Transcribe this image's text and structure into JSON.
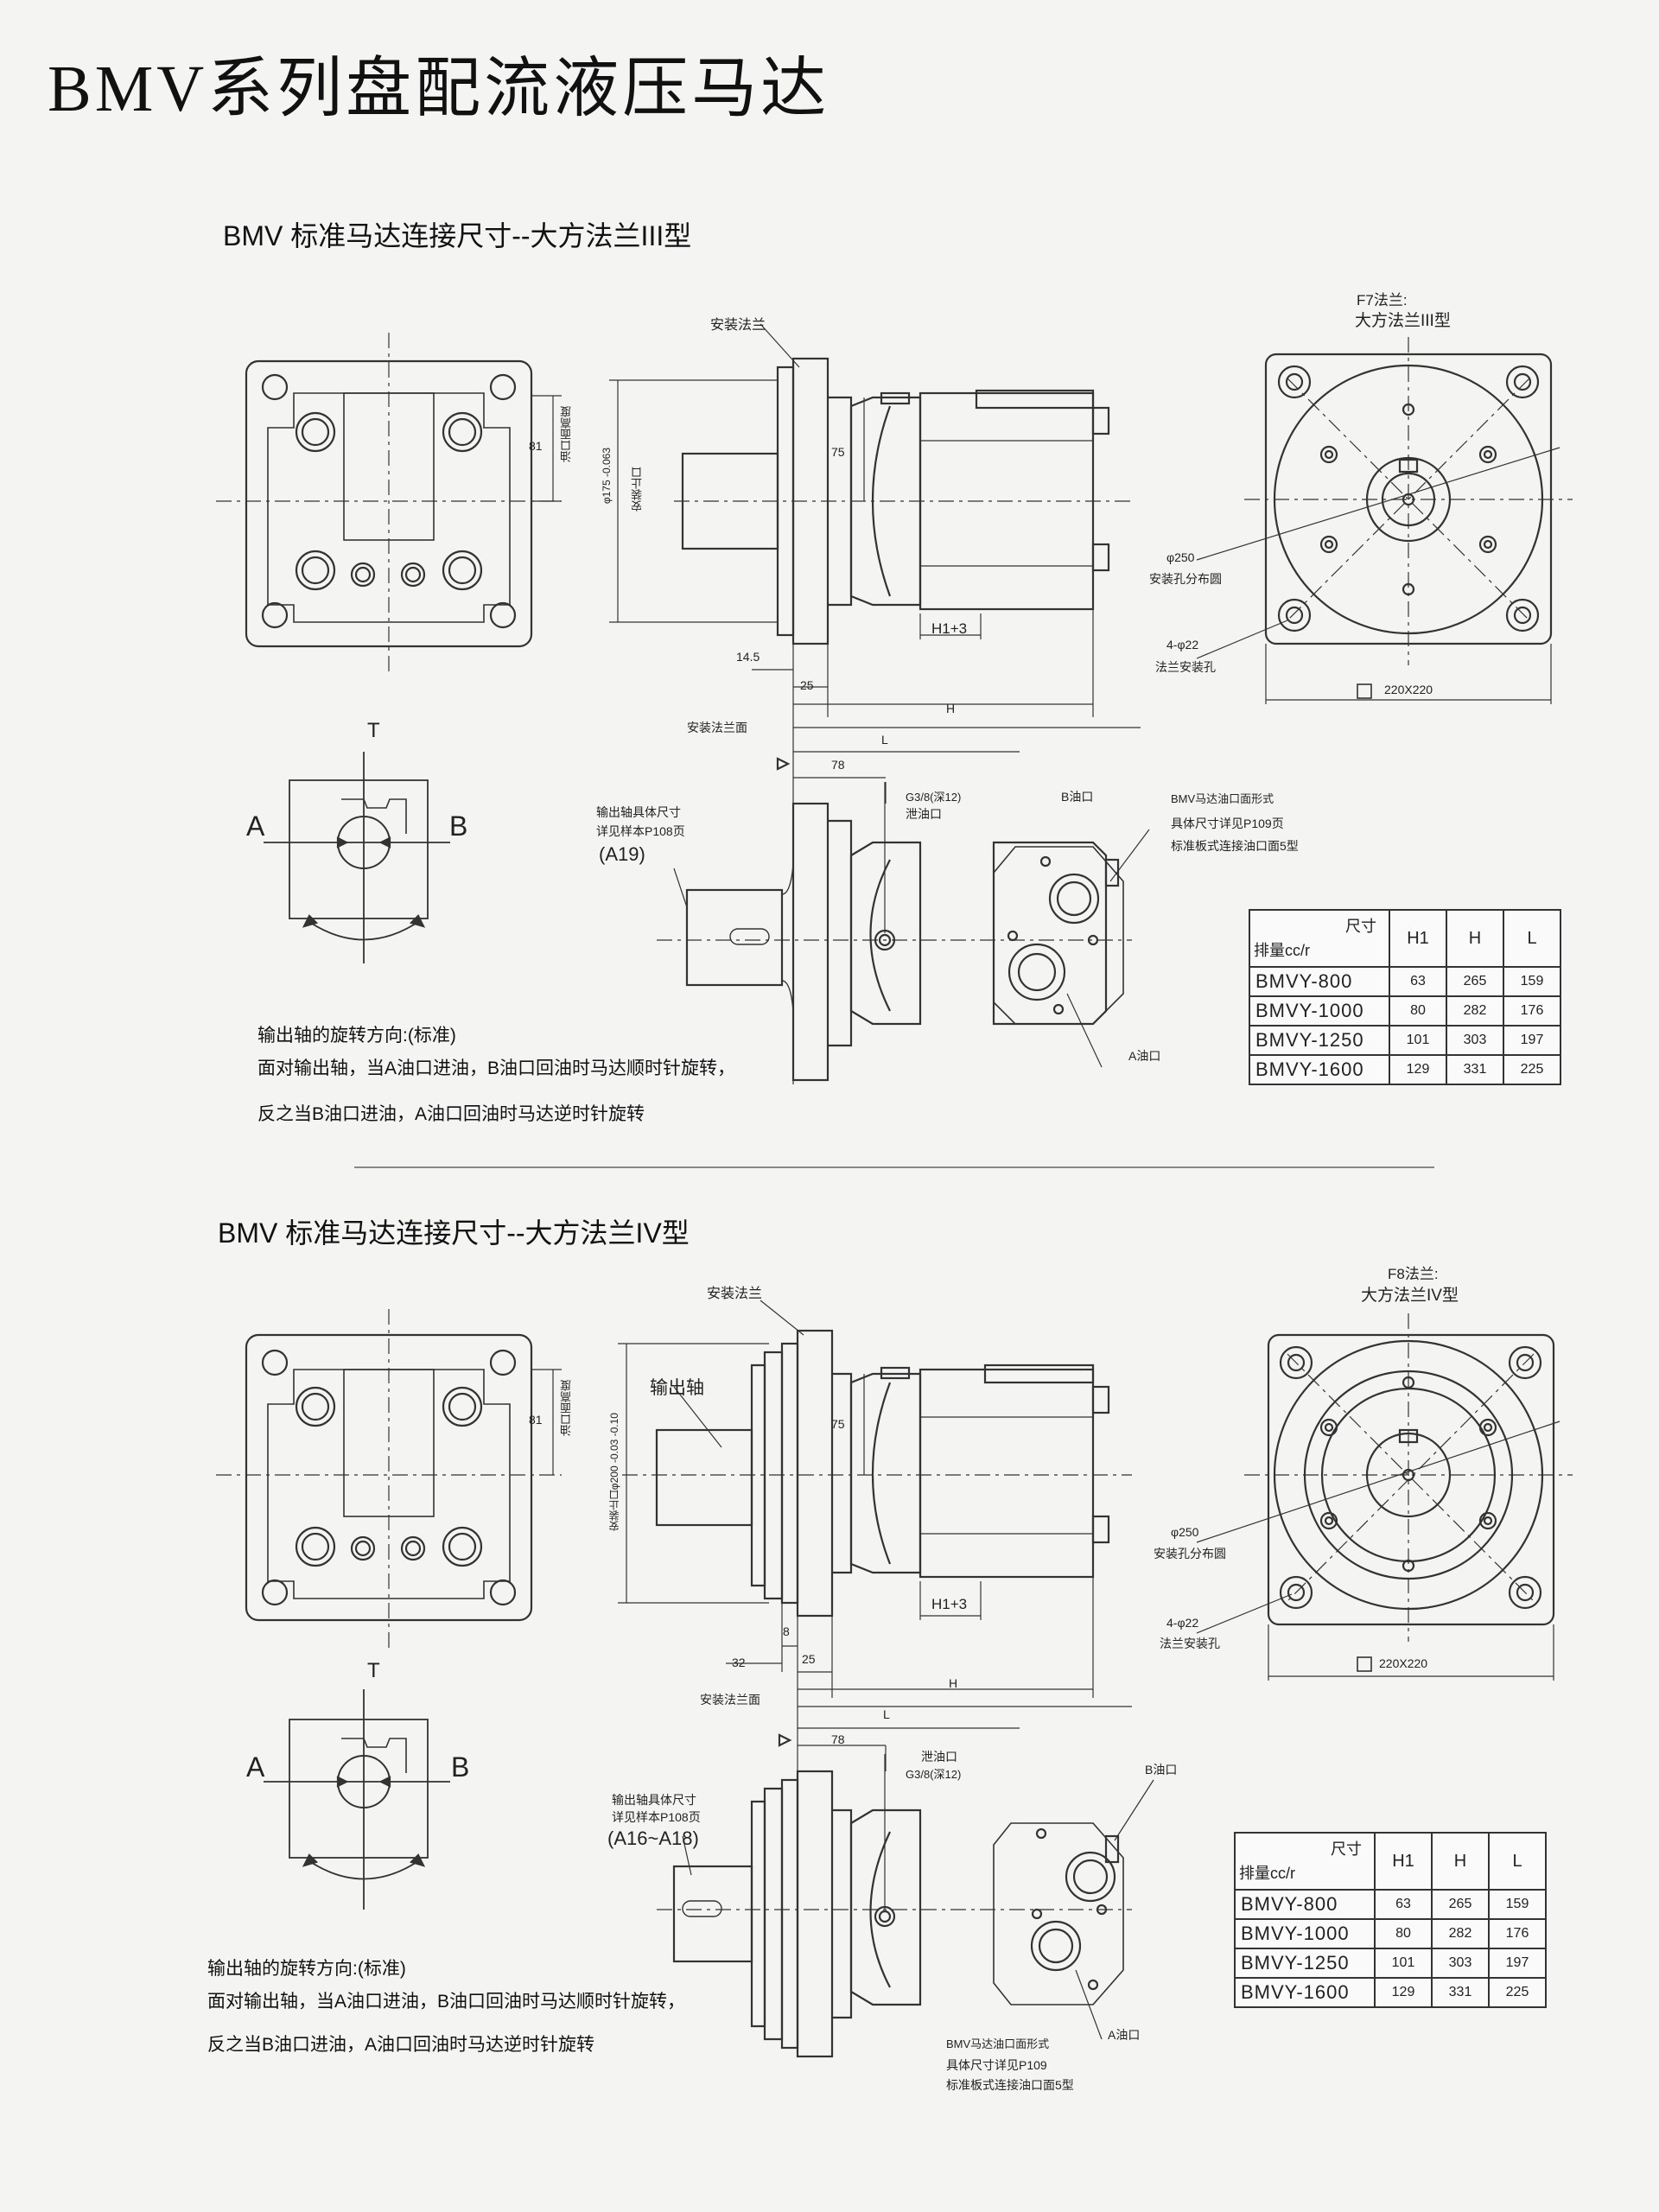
{
  "page_title": "BMV系列盘配流液压马达",
  "section1": {
    "heading": "BMV 标准马达连接尺寸--大方法兰III型",
    "flange_title_line1": "F7法兰:",
    "flange_title_line2": "大方法兰III型",
    "labels": {
      "mount_flange": "安装法兰",
      "dim_81": "81",
      "port_height": "油口面高度",
      "spigot_dia": "φ175 -0.063",
      "spigot": "安装止口",
      "dim_75": "75",
      "dim_h1": "H1+3",
      "dim_145": "14.5",
      "dim_25": "25",
      "dim_h": "H",
      "mount_face": "安装法兰面",
      "dim_l": "L",
      "dim_78": "78",
      "drain_spec": "G3/8(深12)",
      "drain": "泄油口",
      "b_port": "B油口",
      "a_port": "A油口",
      "port_form1": "BMV马达油口面形式",
      "port_form2": "具体尺寸详见P109页",
      "port_form3": "标准板式连接油口面5型",
      "shaft1": "输出轴具体尺寸",
      "shaft2": "详见样本P108页",
      "shaft_code": "(A19)",
      "pcd": "φ250",
      "pcd_label": "安装孔分布圆",
      "holes": "4-φ22",
      "holes_label": "法兰安装孔",
      "square": "220X220"
    },
    "symbol": {
      "a": "A",
      "b": "B",
      "t": "T"
    },
    "notes": [
      "输出轴的旋转方向:(标准)",
      "面对输出轴，当A油口进油，B油口回油时马达顺时针旋转，",
      "反之当B油口进油，A油口回油时马达逆时针旋转"
    ]
  },
  "section2": {
    "heading": "BMV 标准马达连接尺寸--大方法兰IV型",
    "flange_title_line1": "F8法兰:",
    "flange_title_line2": "大方法兰IV型",
    "labels": {
      "mount_flange": "安装法兰",
      "output_shaft": "输出轴",
      "dim_81": "81",
      "port_height": "油口面高度",
      "spigot": "安装止口φ200 -0.03 -0.10",
      "dim_75": "75",
      "dim_h1": "H1+3",
      "dim_32": "32",
      "dim_8": "8",
      "dim_25": "25",
      "dim_h": "H",
      "mount_face": "安装法兰面",
      "dim_l": "L",
      "dim_78": "78",
      "drain": "泄油口",
      "drain_spec": "G3/8(深12)",
      "b_port": "B油口",
      "a_port": "A油口",
      "port_form1": "BMV马达油口面形式",
      "port_form2": "具体尺寸详见P109",
      "port_form3": "标准板式连接油口面5型",
      "shaft1": "输出轴具体尺寸",
      "shaft2": "详见样本P108页",
      "shaft_code": "(A16~A18)",
      "pcd": "φ250",
      "pcd_label": "安装孔分布圆",
      "holes": "4-φ22",
      "holes_label": "法兰安装孔",
      "square": "220X220"
    },
    "symbol": {
      "a": "A",
      "b": "B",
      "t": "T"
    },
    "notes": [
      "输出轴的旋转方向:(标准)",
      "面对输出轴，当A油口进油，B油口回油时马达顺时针旋转，",
      "反之当B油口进油，A油口回油时马达逆时针旋转"
    ]
  },
  "table": {
    "corner_top": "尺寸",
    "corner_bottom": "排量cc/r",
    "headers": [
      "H1",
      "H",
      "L"
    ],
    "rows": [
      {
        "model": "BMVY-800",
        "h1": "63",
        "h": "265",
        "l": "159"
      },
      {
        "model": "BMVY-1000",
        "h1": "80",
        "h": "282",
        "l": "176"
      },
      {
        "model": "BMVY-1250",
        "h1": "101",
        "h": "303",
        "l": "197"
      },
      {
        "model": "BMVY-1600",
        "h1": "129",
        "h": "331",
        "l": "225"
      }
    ]
  }
}
